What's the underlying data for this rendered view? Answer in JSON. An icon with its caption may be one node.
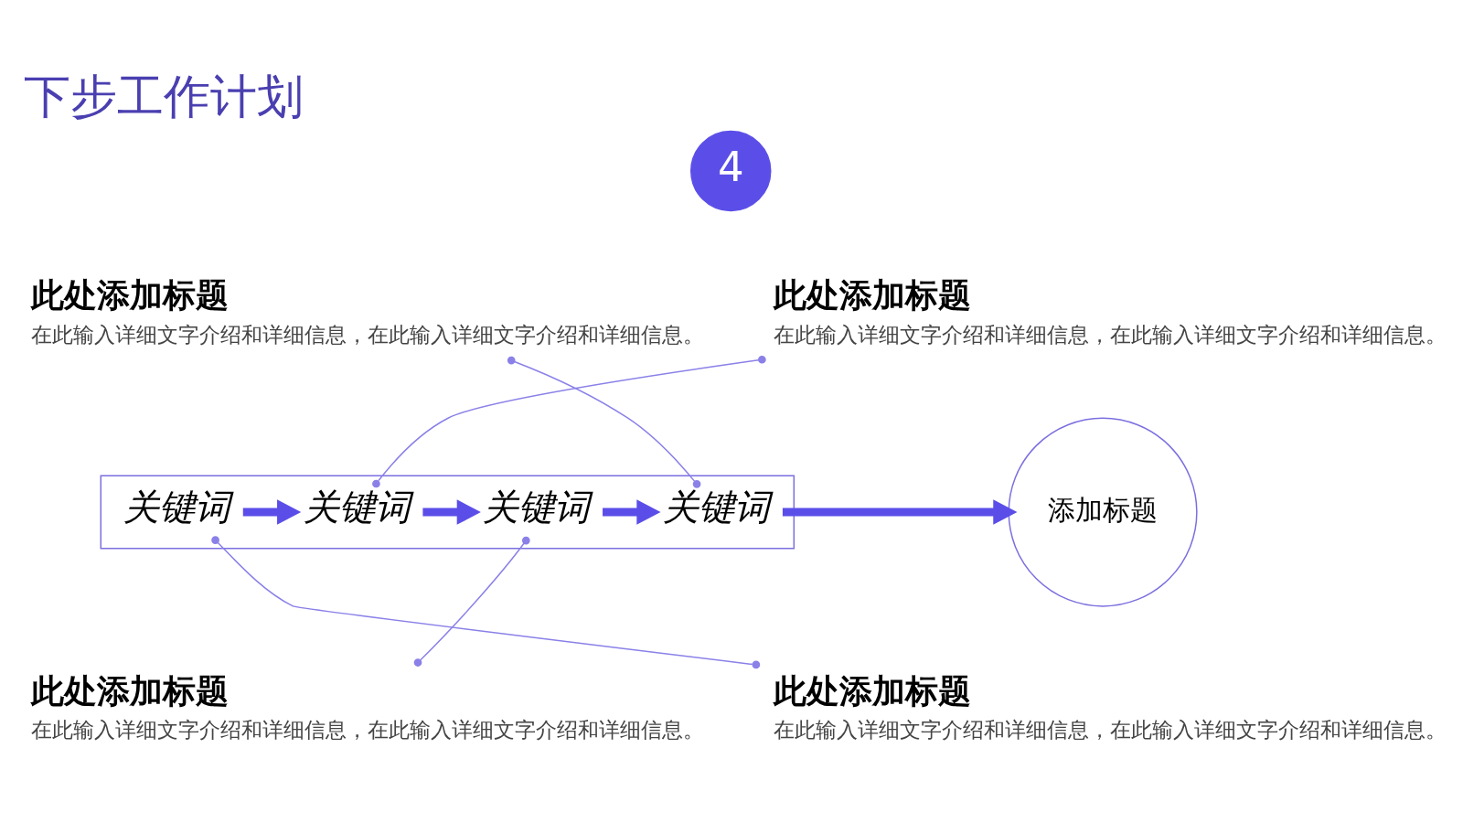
{
  "diagram": {
    "title": "下步工作计划",
    "nodes": [
      {
        "text": [
          "4"
        ]
      },
      {
        "text": [
          "此处添加标题",
          "在此输入详细文字介绍和详细信息，在此输入详细文字介绍和详细信息。"
        ]
      },
      {
        "text": [
          "此处添加标题",
          "在此输入详细文字介绍和详细信息，在此输入详细文字介绍和详细信息。"
        ]
      },
      {
        "text": [],
        "shape": "box"
      },
      {
        "text": [
          "关键词"
        ],
        "in": 3
      },
      {
        "text": [
          "关键词"
        ],
        "in": 3
      },
      {
        "text": [
          "关键词"
        ],
        "in": 3
      },
      {
        "text": [
          "关键词"
        ],
        "in": 3
      },
      {
        "text": [
          "添加标题"
        ]
      },
      {
        "text": [
          "此处添加标题",
          "在此输入详细文字介绍和详细信息，在此输入详细文字介绍和详细信息。"
        ]
      },
      {
        "text": [
          "此处添加标题",
          "在此输入详细文字介绍和详细信息，在此输入详细文字介绍和详细信息。"
        ]
      }
    ],
    "edges": [
      {
        "from": 4,
        "to": 5,
        "arrow": "to",
        "style": "thick"
      },
      {
        "from": 5,
        "to": 6,
        "arrow": "to",
        "style": "thick"
      },
      {
        "from": 6,
        "to": 7,
        "arrow": "to",
        "style": "thick"
      },
      {
        "from": 7,
        "to": 8,
        "arrow": "to",
        "style": "thick"
      },
      {
        "from": 1,
        "to": 5,
        "arrow": "other"
      },
      {
        "from": 2,
        "to": 7,
        "arrow": "other"
      },
      {
        "from": 9,
        "to": 4,
        "arrow": "other"
      },
      {
        "from": 10,
        "to": 6,
        "arrow": "other"
      }
    ]
  }
}
